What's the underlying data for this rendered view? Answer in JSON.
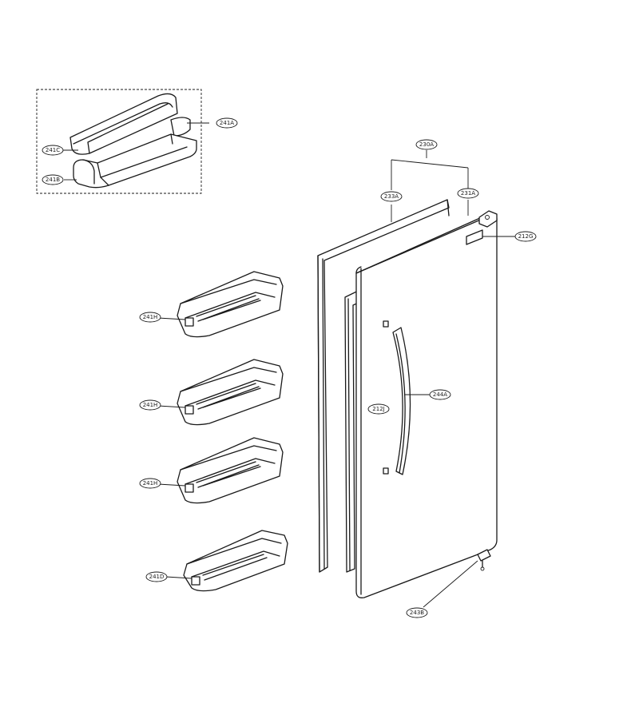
{
  "callouts": {
    "c241A": "241A",
    "c241C": "241C",
    "c241B": "241B",
    "c230A": "230A",
    "c233A": "233A",
    "c231A": "231A",
    "c212G": "212G",
    "c241H_1": "241H",
    "c241H_2": "241H",
    "c241H_3": "241H",
    "c241D": "241D",
    "c244A": "244A",
    "c212J": "212J",
    "c243B": "243B"
  }
}
